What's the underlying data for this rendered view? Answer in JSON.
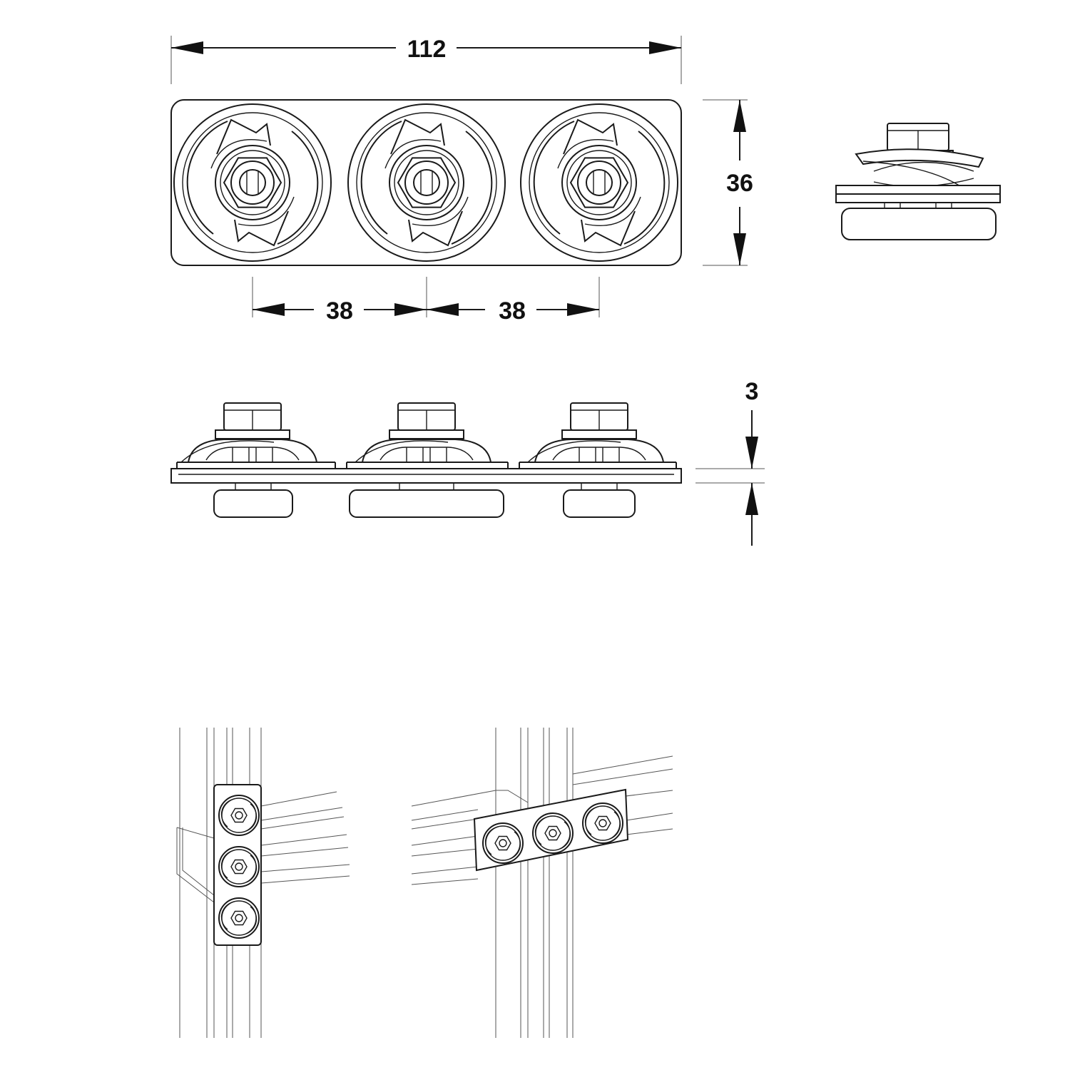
{
  "dimensions": {
    "overall_length": "112",
    "height": "36",
    "pitch_left": "38",
    "pitch_right": "38",
    "thickness": "3"
  },
  "colors": {
    "line": "#1a1a1a",
    "background": "#ffffff"
  }
}
